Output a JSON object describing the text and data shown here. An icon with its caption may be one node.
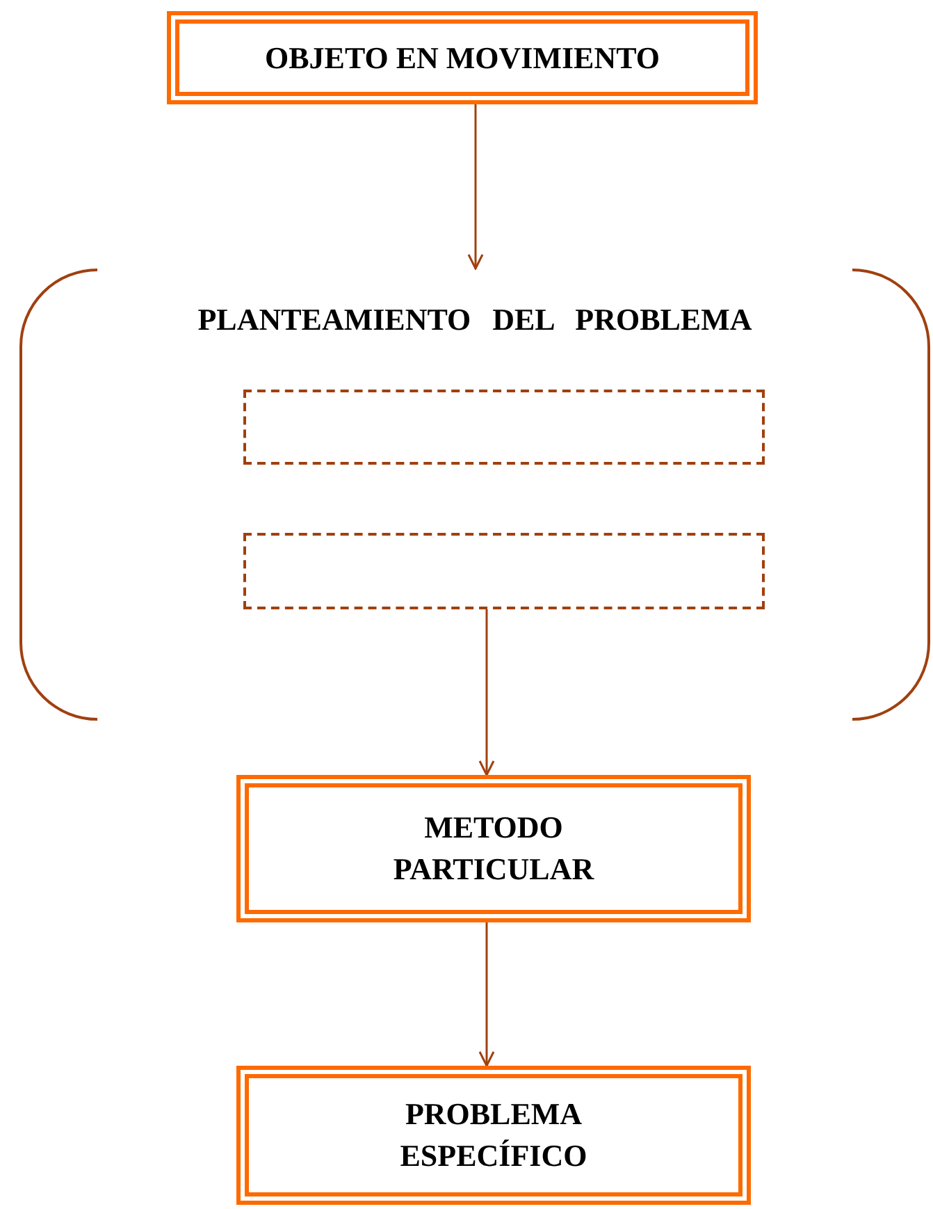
{
  "diagram": {
    "nodes": [
      {
        "text": [
          "OBJETO EN MOVIMIENTO"
        ]
      },
      {
        "text": [
          "PLANTEAMIENTO DEL PROBLEMA"
        ]
      },
      {
        "text": [],
        "shape": "box",
        "in": 1
      },
      {
        "text": [],
        "shape": "box",
        "in": 1
      },
      {
        "text": [
          "METODO PARTICULAR"
        ]
      },
      {
        "text": [
          "PROBLEMA ESPECÍFICO"
        ]
      }
    ],
    "edges": [
      {
        "from": 0,
        "to": 1,
        "arrow": "to"
      },
      {
        "from": 3,
        "to": 4,
        "arrow": "to"
      },
      {
        "from": 4,
        "to": 5,
        "arrow": "to"
      }
    ]
  }
}
